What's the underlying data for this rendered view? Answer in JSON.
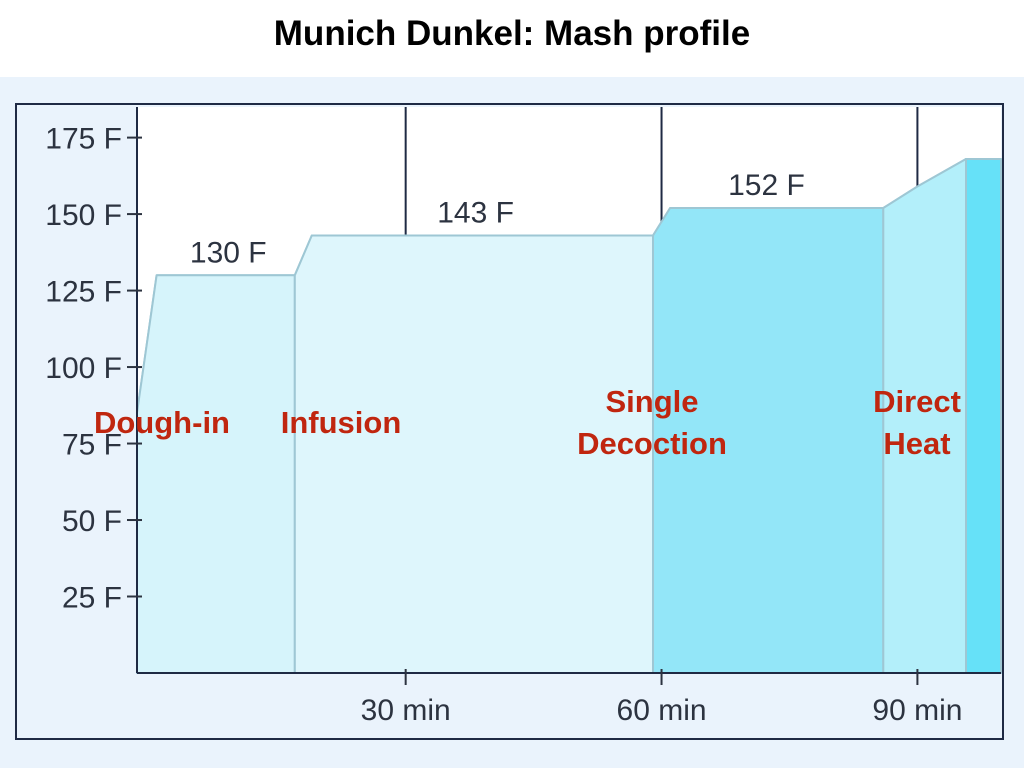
{
  "chart_data": {
    "type": "area",
    "title": "Munich Dunkel: Mash profile",
    "xlabel": "",
    "ylabel": "",
    "xlim": [
      -1.5,
      99.8
    ],
    "ylim": [
      0,
      185
    ],
    "x_ticks": [
      30,
      60,
      90
    ],
    "x_tick_labels": [
      "30 min",
      "60 min",
      "90 min"
    ],
    "y_ticks": [
      25,
      50,
      75,
      100,
      125,
      150,
      175
    ],
    "y_tick_labels": [
      "25 F",
      "50 F",
      "75 F",
      "100 F",
      "125 F",
      "150 F",
      "175 F"
    ],
    "grid": {
      "x_lines_at": [
        30,
        60,
        90
      ],
      "y_lines": false
    },
    "steps": [
      {
        "name": "Dough-in",
        "label": [
          "Dough-in"
        ],
        "color": "#d6f4fb",
        "points": [
          [
            -1.5,
            85
          ],
          [
            0.8,
            130
          ],
          [
            17,
            130
          ],
          [
            17,
            0
          ],
          [
            -1.5,
            0
          ]
        ]
      },
      {
        "name": "Infusion",
        "label": [
          "Infusion"
        ],
        "color": "#def6fc",
        "points": [
          [
            17,
            0
          ],
          [
            17,
            130
          ],
          [
            19,
            143
          ],
          [
            59,
            143
          ],
          [
            59,
            0
          ]
        ]
      },
      {
        "name": "Single Decoction",
        "label": [
          "Single",
          "Decoction"
        ],
        "color": "#93e6f8",
        "points": [
          [
            59,
            0
          ],
          [
            59,
            143
          ],
          [
            61,
            152
          ],
          [
            86,
            152
          ],
          [
            86,
            0
          ]
        ]
      },
      {
        "name": "Direct Heat",
        "label": [
          "Direct",
          "Heat"
        ],
        "color": "#b3effa",
        "points": [
          [
            86,
            0
          ],
          [
            86,
            152
          ],
          [
            90,
            159
          ],
          [
            95.7,
            168
          ],
          [
            95.7,
            0
          ]
        ]
      },
      {
        "name": "",
        "label": [],
        "color": "#66e1f8",
        "points": [
          [
            95.7,
            0
          ],
          [
            95.7,
            168
          ],
          [
            99.8,
            168
          ],
          [
            99.8,
            0
          ]
        ]
      }
    ],
    "rest_labels": [
      {
        "text": "130 F",
        "x": 9.2,
        "y": 130
      },
      {
        "text": "143 F",
        "x": 38.2,
        "y": 143
      },
      {
        "text": "152 F",
        "x": 72.3,
        "y": 152
      }
    ]
  }
}
